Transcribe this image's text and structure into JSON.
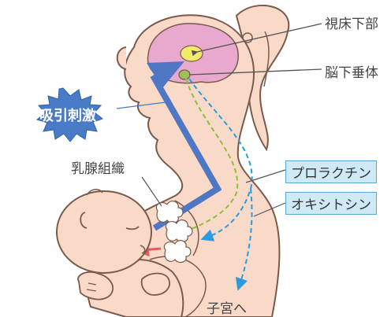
{
  "labels": {
    "hypothalamus": "視床下部",
    "pituitary": "脳下垂体",
    "suction_stimulus": "吸引刺激",
    "mammary_tissue": "乳腺組織",
    "prolactin": "プロラクチン",
    "oxytocin": "オキシトシン",
    "to_uterus": "子宮へ"
  },
  "colors": {
    "skin": "#f9d9c7",
    "outline": "#7a5a4a",
    "brain": "#e9a9cf",
    "nerve_arrow": "#4f77c4",
    "prolactin_arrow": "#8cbf3a",
    "oxytocin_arrow": "#2a9be0",
    "milk_arrow": "#e65a5a",
    "burst": "#4a7bc6",
    "box_fill": "#cfe9f7",
    "box_border": "#5aa7cf"
  }
}
